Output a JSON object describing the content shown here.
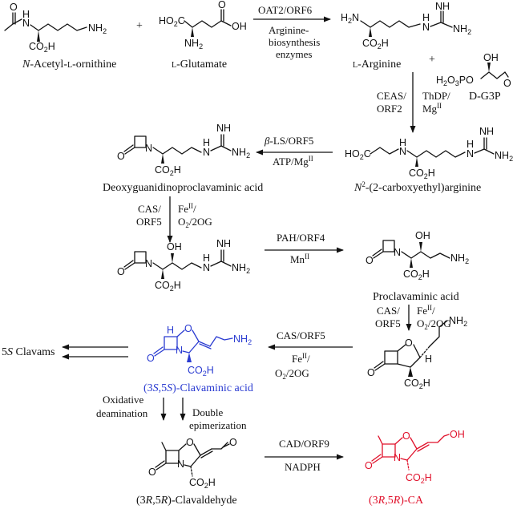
{
  "compounds": {
    "acetylornithine": {
      "pre": "N",
      "post": "-Acetyl-",
      "sc1": "l",
      "post2": "-ornithine"
    },
    "glutamate": {
      "sc": "l",
      "post": "-Glutamate"
    },
    "arginine": {
      "sc": "l",
      "post": "-Arginine"
    },
    "g3p": "D-G3P",
    "ceaprod": {
      "pre": "N",
      "sup": "2",
      "post": "-(2-carboxyethyl)arginine"
    },
    "dgpc": "Deoxyguanidinoproclavaminic acid",
    "proclav": "Proclavaminic acid",
    "clavaminic": {
      "a": "(3",
      "b": "S",
      "c": ",5",
      "d": "S",
      "e": ")-Clavaminic acid"
    },
    "clavaldehyde": {
      "a": "(3",
      "b": "R",
      "c": ",5",
      "d": "R",
      "e": ")-Clavaldehyde"
    },
    "ca": {
      "a": "(3",
      "b": "R",
      "c": ",5",
      "d": "R",
      "e": ")-CA"
    },
    "clavams": {
      "a": "5",
      "b": "S",
      "c": " Clavams"
    }
  },
  "steps": {
    "oat2": {
      "enzyme": "OAT2/ORF6",
      "line1": "Arginine-",
      "line2": "biosynthesis",
      "line3": "enzymes"
    },
    "ceas": {
      "l1": "CEAS/",
      "l2": "ORF2",
      "r1": "ThDP/",
      "r2a": "Mg",
      "r2sup": "II"
    },
    "bls": {
      "beta": "β",
      "l1": "-LS/ORF5",
      "l2a": "ATP/Mg",
      "l2sup": "II"
    },
    "cas1": {
      "l1": "CAS/",
      "l2": "ORF5",
      "r1a": "Fe",
      "r1sup": "II",
      "r1b": "/",
      "r2a": "O",
      "r2sub": "2",
      "r2b": "/2OG"
    },
    "pah": {
      "l1": "PAH/ORF4",
      "l2a": "Mn",
      "l2sup": "II"
    },
    "cas2": {
      "l1": "CAS/",
      "l2": "ORF5",
      "r1a": "Fe",
      "r1sup": "II",
      "r1b": "/",
      "r2a": "O",
      "r2sub": "2",
      "r2b": "/2OG"
    },
    "cas3": {
      "l1": "CAS/ORF5",
      "l2a": "Fe",
      "l2sup": "II",
      "l2b": "/",
      "l3a": "O",
      "l3sub": "2",
      "l3b": "/2OG"
    },
    "oxdeam": {
      "l1": "Oxidative",
      "l2": "deamination"
    },
    "epim": {
      "l1": "Double",
      "l2": "epimerization"
    },
    "cad": {
      "l1": "CAD/ORF9",
      "l2": "NADPH"
    }
  },
  "atoms": {
    "O": "O",
    "OH": "OH",
    "N": "N",
    "H": "H",
    "NH": "NH",
    "NH2": "NH",
    "sub2": "2",
    "CO2H": "CO",
    "CO2Hb": "H",
    "HO2C": "HO",
    "HO2Cb": "C",
    "H2O3PO": "H",
    "H2O3POb": "O",
    "H2O3POc": "PO"
  },
  "colors": {
    "black": "#111111",
    "blue": "#2a3bd1",
    "red": "#e0112b"
  }
}
